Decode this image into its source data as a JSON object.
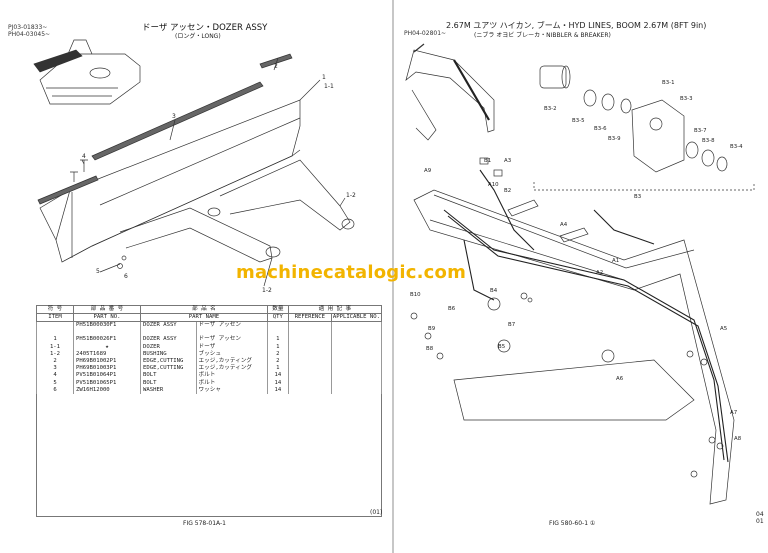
{
  "left_page": {
    "ref_codes": [
      "PJ03-01833~",
      "PH04-03045~"
    ],
    "title": "ドーザ アッセン・DOZER ASSY",
    "subtitle": "(ロング・LONG)",
    "callouts": [
      "1",
      "1-1",
      "1-2",
      "1-2",
      "2",
      "3",
      "4",
      "5",
      "6"
    ],
    "table": {
      "headers_jp": [
        "符 号",
        "部 品 番 号",
        "部 品 名",
        "数量",
        "適 用 記 事"
      ],
      "headers_en": [
        "ITEM",
        "PART NO.",
        "PART NAME",
        "QTY",
        "REFERENCE",
        "APPLICABLE NO."
      ],
      "rows": [
        {
          "item": "",
          "part_no": "PH51B00030F1",
          "name_en": "DOZER ASSY",
          "name_jp": "ドーザ アッセン",
          "qty": ""
        },
        {
          "item": "1",
          "part_no": "PH51B00026F1",
          "name_en": "DOZER ASSY",
          "name_jp": "ドーザ アッセン",
          "qty": "1"
        },
        {
          "item": "1-1",
          "part_no": "★",
          "name_en": "DOZER",
          "name_jp": "ドーザ",
          "qty": "1"
        },
        {
          "item": "1-2",
          "part_no": "2405T1689",
          "name_en": "BUSHING",
          "name_jp": "ブッシュ",
          "qty": "2"
        },
        {
          "item": "2",
          "part_no": "PH69B01002P1",
          "name_en": "EDGE,CUTTING",
          "name_jp": "エッジ,カッティング",
          "qty": "2"
        },
        {
          "item": "3",
          "part_no": "PH69B01003P1",
          "name_en": "EDGE,CUTTING",
          "name_jp": "エッジ,カッティング",
          "qty": "1"
        },
        {
          "item": "4",
          "part_no": "PV51B01064P1",
          "name_en": "BOLT",
          "name_jp": "ボルト",
          "qty": "14"
        },
        {
          "item": "5",
          "part_no": "PV51B01065P1",
          "name_en": "BOLT",
          "name_jp": "ボルト",
          "qty": "14"
        },
        {
          "item": "6",
          "part_no": "ZW16H12000",
          "name_en": "WASHER",
          "name_jp": "ワッシャ",
          "qty": "14"
        }
      ]
    },
    "corner_note": "(01)",
    "figure_label": "FIG 578-01A-1"
  },
  "right_page": {
    "ref_code": "PH04-02801~",
    "title": "2.67M ユアツ ハイカン, ブーム・HYD LINES, BOOM 2.67M (8FT 9in)",
    "subtitle": "(ニブラ オヨビ ブレーカ・NIBBLER & BREAKER)",
    "callouts": [
      "B3-1",
      "B3-2",
      "B3-3",
      "B3-4",
      "B3-5",
      "B3-6",
      "B3-7",
      "B3-8",
      "B3-9",
      "B3",
      "A1",
      "A2",
      "A3",
      "A4",
      "A5",
      "A6",
      "A7",
      "A8",
      "A9",
      "A10",
      "B1",
      "B2",
      "B4",
      "B5",
      "B6",
      "B7",
      "B8",
      "B9",
      "B10"
    ],
    "figure_label": "FIG 580-60-1 ①",
    "corner_note": [
      "04",
      "01"
    ]
  },
  "watermark": "machinecatalogic.com",
  "colors": {
    "watermark": "#f2b400",
    "line": "#333333"
  }
}
